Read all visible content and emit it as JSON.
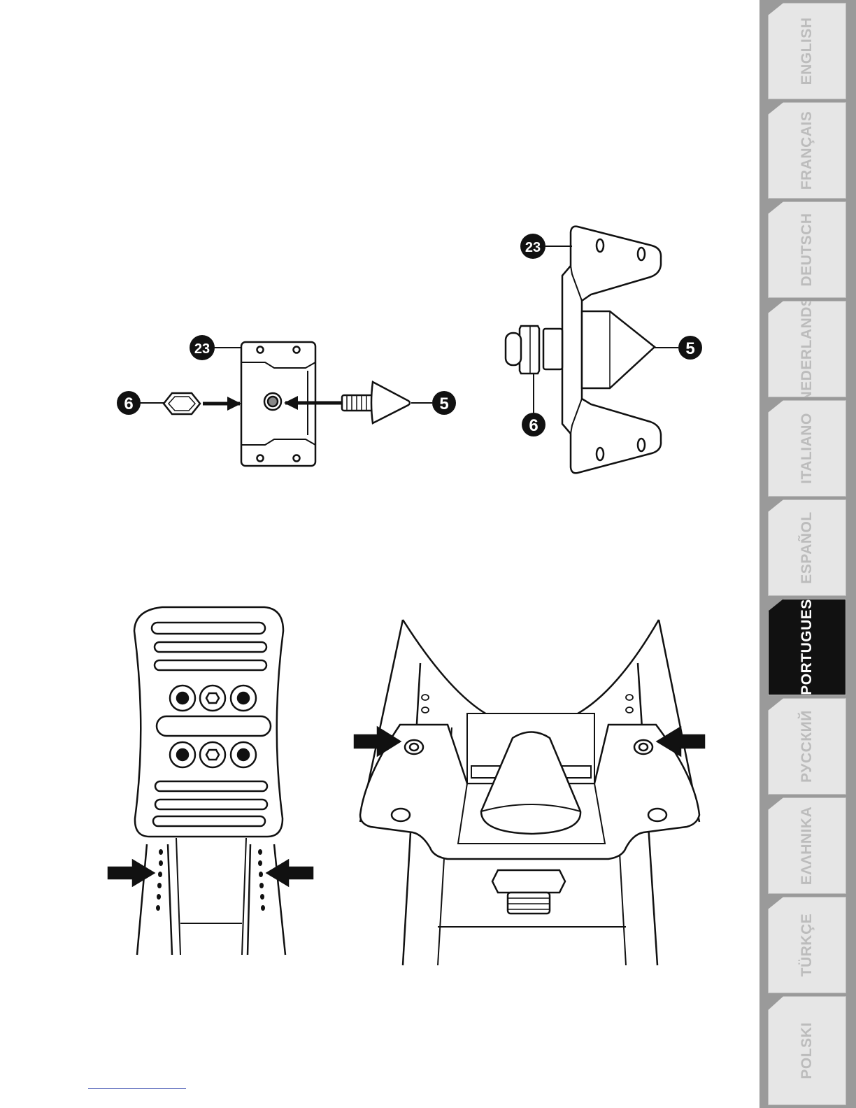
{
  "callouts": {
    "nut": "6",
    "bracket": "23",
    "cone": "5"
  },
  "language_tabs": [
    {
      "label": "ENGLISH",
      "active": false
    },
    {
      "label": "FRANÇAIS",
      "active": false
    },
    {
      "label": "DEUTSCH",
      "active": false
    },
    {
      "label": "NEDERLANDS",
      "active": false
    },
    {
      "label": "ITALIANO",
      "active": false
    },
    {
      "label": "ESPAÑOL",
      "active": false
    },
    {
      "label": "PORTUGUES",
      "active": true
    },
    {
      "label": "РУССКИЙ",
      "active": false
    },
    {
      "label": "ΕΛΛΗΝΙΚΑ",
      "active": false
    },
    {
      "label": "TÜRKÇE",
      "active": false
    },
    {
      "label": "POLSKI",
      "active": false
    }
  ],
  "colors": {
    "ink": "#111111",
    "tab_strip": "#9a9a9a",
    "tab_inactive": "#e6e6e6",
    "tab_active": "#111111"
  }
}
